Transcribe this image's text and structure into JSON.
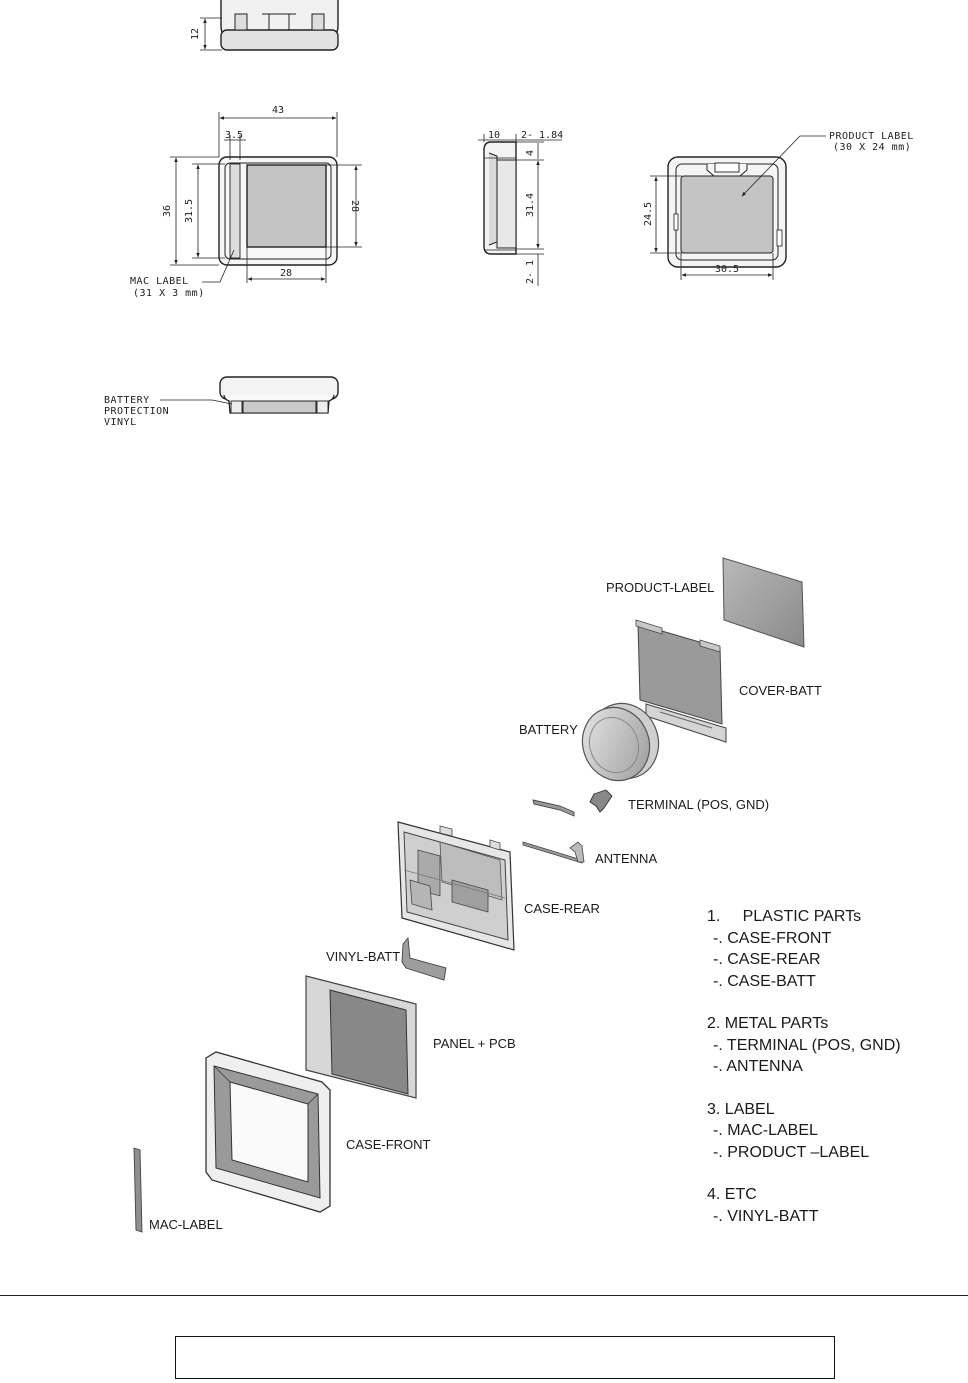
{
  "dimensions": {
    "top_height": "12",
    "front_width": "43",
    "bezel_offset": "3.5",
    "front_height": "36",
    "inner_height": "31.5",
    "window_height": "28",
    "window_width": "28",
    "side_depth": "10",
    "side_step_top": "2- 1.84",
    "side_top_gap": "4",
    "side_height": "31.4",
    "side_step_bottom": "2- 1",
    "rear_height": "24.5",
    "rear_width": "30.5"
  },
  "callouts": {
    "mac_label_line1": "MAC LABEL",
    "mac_label_line2": "(31 X 3 mm)",
    "product_label_line1": "PRODUCT LABEL",
    "product_label_line2": "(30 X 24 mm)",
    "battery_line1": "BATTERY",
    "battery_line2": "PROTECTION",
    "battery_line3": "VINYL"
  },
  "exploded_labels": {
    "product_label": "PRODUCT-LABEL",
    "cover_batt": "COVER-BATT",
    "battery": "BATTERY",
    "terminal": "TERMINAL (POS, GND)",
    "antenna": "ANTENNA",
    "case_rear": "CASE-REAR",
    "vinyl_batt": "VINYL-BATT",
    "panel_pcb": "PANEL + PCB",
    "case_front": "CASE-FRONT",
    "mac_label": "MAC-LABEL"
  },
  "parts_list": [
    {
      "heading": "1.     PLASTIC PARTs",
      "items": [
        "-. CASE-FRONT",
        "-. CASE-REAR",
        "-. CASE-BATT"
      ]
    },
    {
      "heading": "2. METAL PARTs",
      "items": [
        "-. TERMINAL (POS, GND)",
        "-. ANTENNA"
      ]
    },
    {
      "heading": "3. LABEL",
      "items": [
        "-. MAC-LABEL",
        "-. PRODUCT –LABEL"
      ]
    },
    {
      "heading": "4. ETC",
      "items": [
        "-. VINYL-BATT"
      ]
    }
  ]
}
